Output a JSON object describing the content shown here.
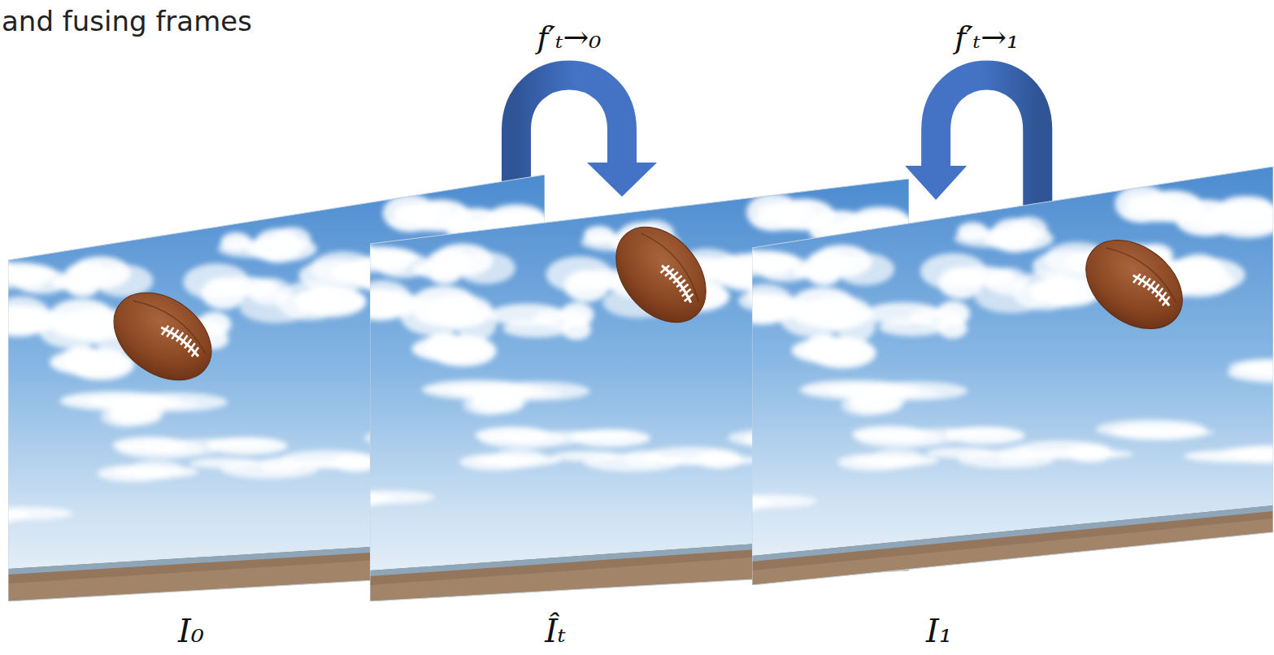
{
  "diagram": {
    "nodes": [
      {
        "text": [
          "I₀"
        ]
      },
      {
        "text": [
          "Îₜ"
        ]
      },
      {
        "text": [
          "I₁"
        ]
      }
    ],
    "edges": [
      {
        "from": 0,
        "to": 1,
        "label": "f′ₜ→₀",
        "arrow": "to"
      },
      {
        "from": 2,
        "to": 1,
        "label": "f′ₜ→₁",
        "arrow": "to"
      }
    ],
    "labels": [
      "and fusing frames"
    ]
  }
}
